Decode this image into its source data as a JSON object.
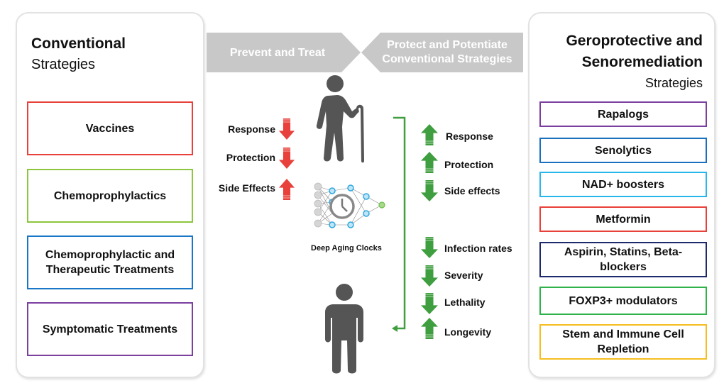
{
  "left_panel": {
    "title_bold": "Conventional",
    "title_normal": "Strategies",
    "items": [
      {
        "label": "Vaccines",
        "color": "#e8403a"
      },
      {
        "label": "Chemoprophylactics",
        "color": "#8dc63f"
      },
      {
        "label": "Chemoprophylactic and Therapeutic Treatments",
        "color": "#1a76c6"
      },
      {
        "label": "Symptomatic Treatments",
        "color": "#7b3fa0"
      }
    ]
  },
  "right_panel": {
    "title_bold_line1": "Geroprotective and",
    "title_bold_line2": "Senoremediation",
    "title_normal": "Strategies",
    "items": [
      {
        "label": "Rapalogs",
        "color": "#7b3fa0"
      },
      {
        "label": "Senolytics",
        "color": "#1a6fbe"
      },
      {
        "label": "NAD+ boosters",
        "color": "#29b6ea"
      },
      {
        "label": "Metformin",
        "color": "#e8403a"
      },
      {
        "label": "Aspirin, Statins, Beta-blockers",
        "color": "#1c2a6b"
      },
      {
        "label": "FOXP3+ modulators",
        "color": "#2fb24a"
      },
      {
        "label": "Stem and Immune Cell Repletion",
        "color": "#f5be1e"
      }
    ]
  },
  "banners": {
    "left": "Prevent and Treat",
    "right_line1": "Protect and Potentiate",
    "right_line2": "Conventional Strategies",
    "color": "#c8c8c8"
  },
  "aged_effects": [
    {
      "label": "Response",
      "direction": "down"
    },
    {
      "label": "Protection",
      "direction": "down"
    },
    {
      "label": "Side Effects",
      "direction": "up"
    }
  ],
  "aged_effect_color": "#e8403a",
  "improved_effects": [
    {
      "label": "Response",
      "direction": "up"
    },
    {
      "label": "Protection",
      "direction": "up"
    },
    {
      "label": "Side effects",
      "direction": "down"
    },
    {
      "label": "Infection rates",
      "direction": "down"
    },
    {
      "label": "Severity",
      "direction": "down"
    },
    {
      "label": "Lethality",
      "direction": "down"
    },
    {
      "label": "Longevity",
      "direction": "up"
    }
  ],
  "improved_effect_color": "#3f9e3f",
  "center": {
    "clock_label": "Deep Aging Clocks"
  }
}
